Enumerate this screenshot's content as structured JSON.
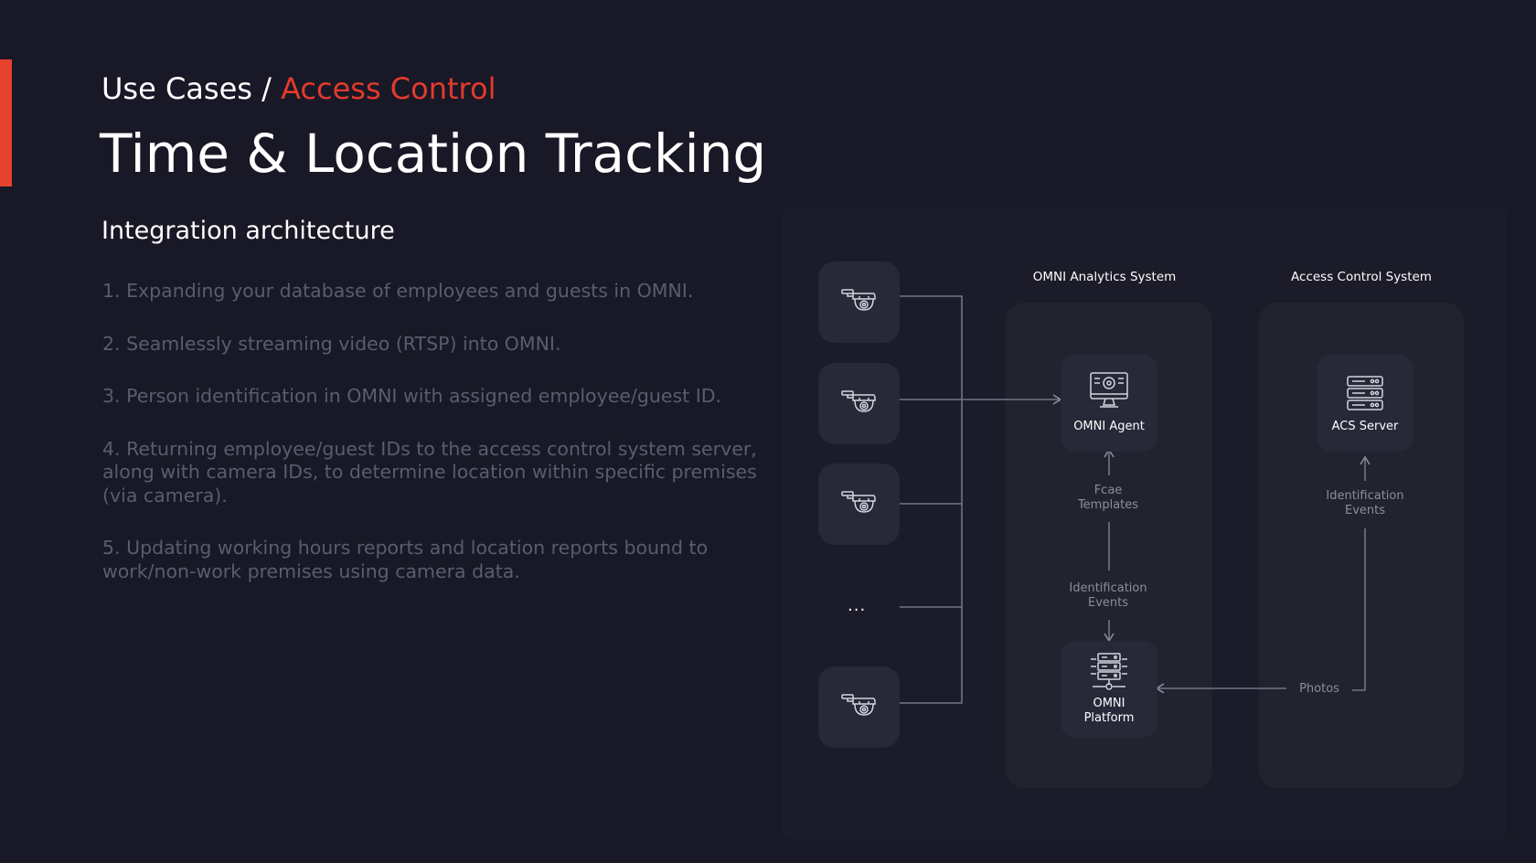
{
  "header": {
    "breadcrumb_root": "Use Cases",
    "breadcrumb_separator": " / ",
    "breadcrumb_current": "Access Control",
    "title": "Time & Location Tracking",
    "accent_color": "#e8412f"
  },
  "content": {
    "section_title": "Integration architecture",
    "steps": [
      "1. Expanding your database of employees and guests in OMNI.",
      "2. Seamlessly streaming video (RTSP) into OMNI.",
      "3. Person identification in OMNI with assigned employee/guest ID.",
      "4. Returning employee/guest IDs to the access control system server, along with camera IDs, to determine location within specific premises (via camera).",
      "5. Updating working hours reports and location reports bound to work/non-work premises using camera data."
    ]
  },
  "diagram": {
    "systems": {
      "omni_label": "OMNI Analytics System",
      "acs_label": "Access Control System"
    },
    "cameras": {
      "icon": "security-camera-icon",
      "ellipsis": "..."
    },
    "nodes": {
      "omni_agent": {
        "label": "OMNI Agent",
        "icon": "monitor-icon"
      },
      "omni_platform": {
        "label_line1": "OMNI",
        "label_line2": "Platform",
        "icon": "server-network-icon"
      },
      "acs_server": {
        "label": "ACS Server",
        "icon": "server-rack-icon"
      }
    },
    "flows": {
      "face_templates_line1": "Fcae",
      "face_templates_line2": "Templates",
      "id_events_line1": "Identification",
      "id_events_line2": "Events",
      "acs_events_line1": "Identification",
      "acs_events_line2": "Events",
      "photos": "Photos"
    }
  }
}
